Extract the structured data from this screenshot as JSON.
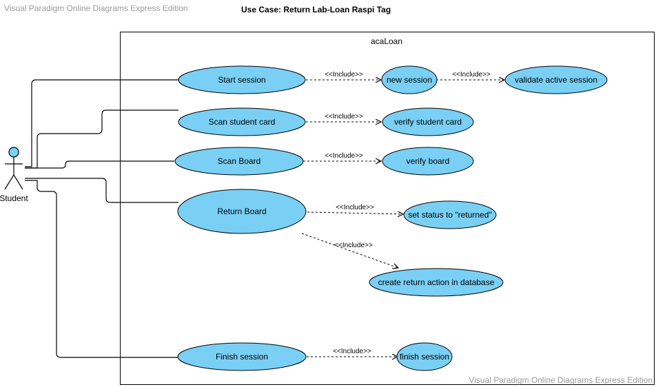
{
  "watermark_top": "Visual Paradigm Online Diagrams Express Edition",
  "watermark_bottom": "Visual Paradigm Online Diagrams Express Edition",
  "title": "Use Case: Return Lab-Loan Raspi Tag",
  "system": {
    "name": "acaLoan"
  },
  "actor": {
    "name": "Student"
  },
  "colors": {
    "usecase_fill": "#7acff5",
    "stroke": "#000000",
    "watermark": "#999999"
  },
  "use_cases": {
    "start_session": "Start session",
    "scan_student_card": "Scan student card",
    "scan_board": "Scan Board",
    "return_board": "Return Board",
    "finish_session": "Finish session",
    "new_session": "new session",
    "validate_active_session": "validate active session",
    "verify_student_card": "verify student card",
    "verify_board": "verify board",
    "set_status_returned": "set status to \"returned\"",
    "create_return_action": "create return action in database",
    "finish_session_inc": "finish session"
  },
  "include_label": "<<Include>>"
}
